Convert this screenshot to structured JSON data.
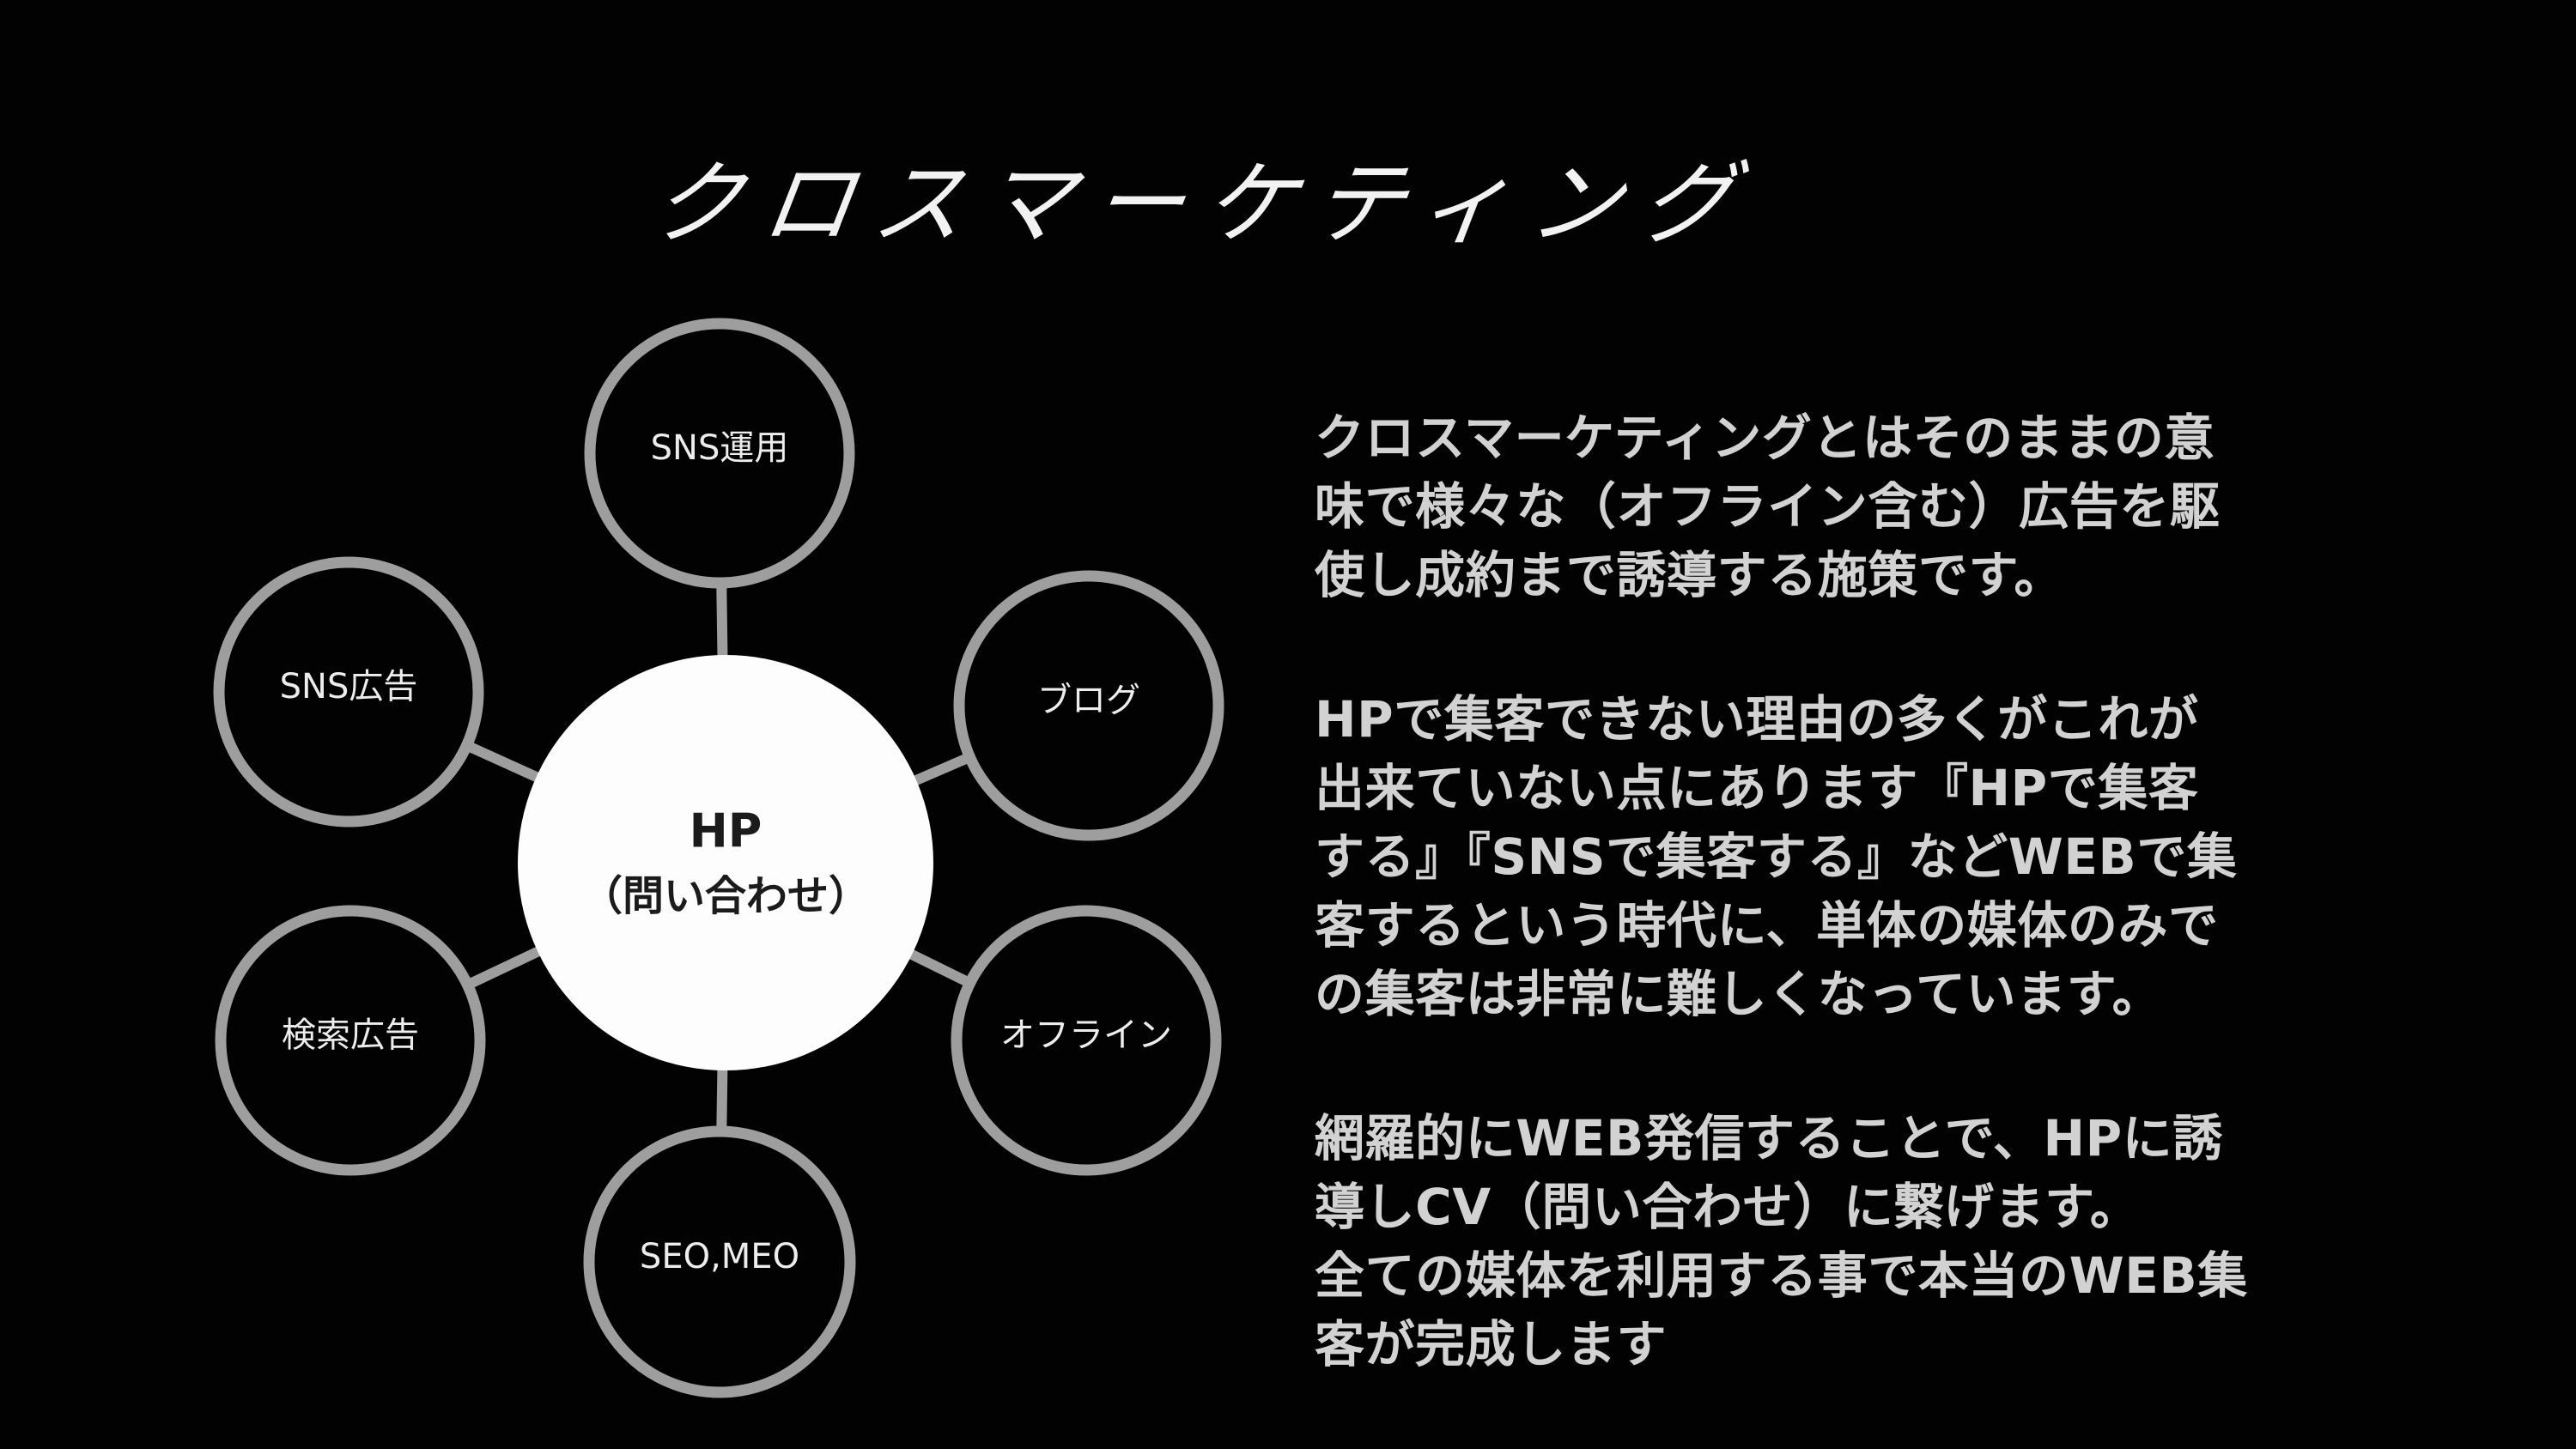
{
  "slide": {
    "title": "クロスマーケティング",
    "colors": {
      "background": "#020202",
      "title_text": "#f2f2f2",
      "circle_stroke": "#9e9e9e",
      "node_label_text": "#ededed",
      "hub_fill": "#fdfdfd",
      "hub_text": "#1b1b1b",
      "body_text": "#d2d2d2"
    }
  },
  "diagram": {
    "hub": {
      "line1": "HP",
      "line2": "（問い合わせ）"
    },
    "nodes": [
      {
        "label": "SNS運用"
      },
      {
        "label": "ブログ"
      },
      {
        "label": "オフライン"
      },
      {
        "label": "SEO,MEO"
      },
      {
        "label": "検索広告"
      },
      {
        "label": "SNS広告"
      }
    ]
  },
  "description": {
    "paragraphs": [
      "クロスマーケティングとはそのままの意\n味で様々な（オフライン含む）広告を駆\n使し成約まで誘導する施策です。",
      "HPで集客できない理由の多くがこれが\n出来ていない点にあります『HPで集客\nする』『SNSで集客する』などWEBで集\n客するという時代に、単体の媒体のみで\nの集客は非常に難しくなっています。",
      "網羅的にWEB発信することで、HPに誘\n導しCV（問い合わせ）に繋げます。\n全ての媒体を利用する事で本当のWEB集\n客が完成します"
    ]
  }
}
